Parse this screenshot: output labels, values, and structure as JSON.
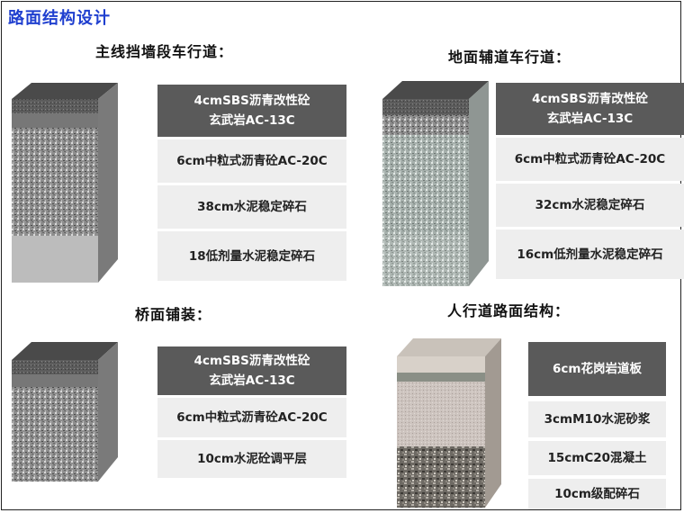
{
  "title": "路面结构设计",
  "sections": [
    {
      "title": "主线挡墙段车行道：",
      "layers": [
        {
          "text": "4cmSBS沥青改性砼\n玄武岩AC-13C",
          "style": "dark"
        },
        {
          "text": "6cm中粒式沥青砼AC-20C",
          "style": "light"
        },
        {
          "text": "38cm水泥稳定碎石",
          "style": "light"
        },
        {
          "text": "18低剂量水泥稳定碎石",
          "style": "light"
        }
      ]
    },
    {
      "title": "地面辅道车行道：",
      "layers": [
        {
          "text": "4cmSBS沥青改性砼\n玄武岩AC-13C",
          "style": "dark"
        },
        {
          "text": "6cm中粒式沥青砼AC-20C",
          "style": "light"
        },
        {
          "text": "32cm水泥稳定碎石",
          "style": "light"
        },
        {
          "text": "16cm低剂量水泥稳定碎石",
          "style": "light"
        }
      ]
    },
    {
      "title": "桥面铺装：",
      "layers": [
        {
          "text": "4cmSBS沥青改性砼\n玄武岩AC-13C",
          "style": "dark"
        },
        {
          "text": "6cm中粒式沥青砼AC-20C",
          "style": "light"
        },
        {
          "text": "10cm水泥砼调平层",
          "style": "light"
        }
      ]
    },
    {
      "title": "人行道路面结构：",
      "layers": [
        {
          "text": "6cm花岗岩道板",
          "style": "dark"
        },
        {
          "text": "3cmM10水泥砂浆",
          "style": "light"
        },
        {
          "text": "15cmC20混凝土",
          "style": "light"
        },
        {
          "text": "10cm级配碎石",
          "style": "light"
        }
      ]
    }
  ]
}
